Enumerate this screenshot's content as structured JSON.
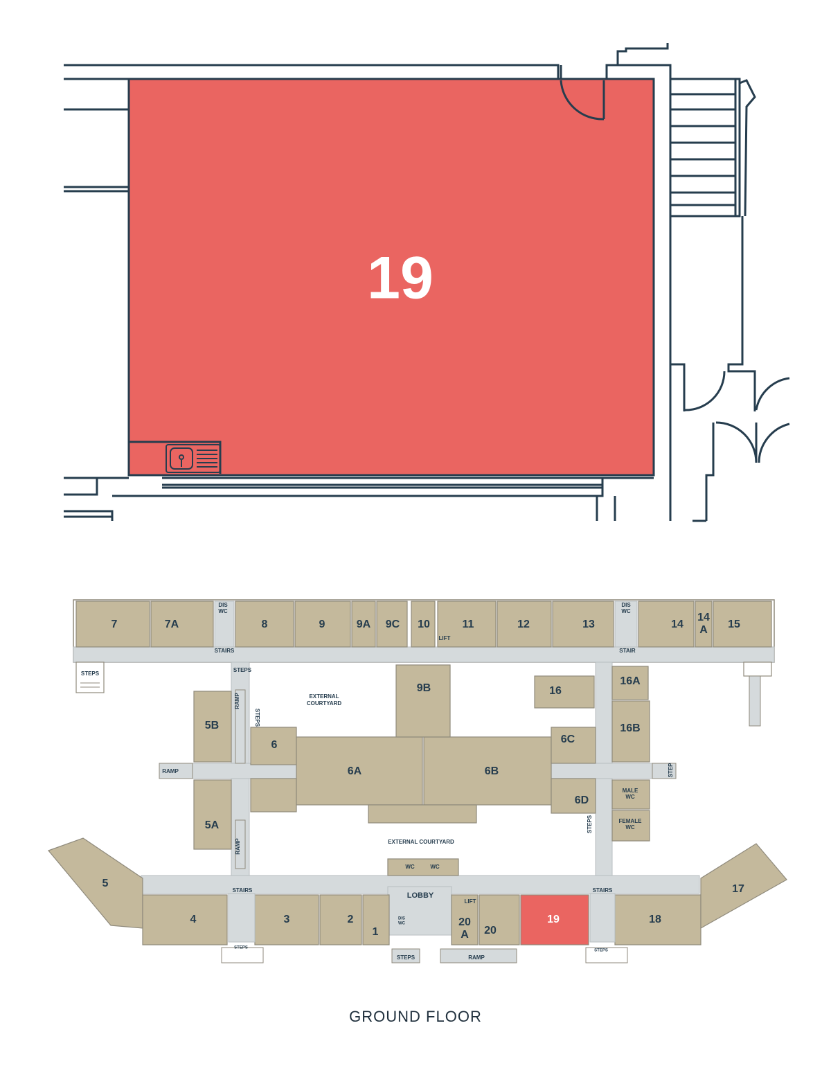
{
  "detail_view": {
    "room_number": "19"
  },
  "floor_plan": {
    "caption": "GROUND FLOOR",
    "highlighted_room": "19",
    "colors": {
      "room": "#c4b99c",
      "highlight": "#ea6561",
      "corridor": "#d5dadc",
      "wall": "#263d4e"
    },
    "rooms": {
      "r7": "7",
      "r7a": "7A",
      "r8": "8",
      "r9": "9",
      "r9a": "9A",
      "r9c": "9C",
      "r10": "10",
      "r11": "11",
      "r12": "12",
      "r13": "13",
      "r14": "14",
      "r14a_top": "14",
      "r14a_bottom": "A",
      "r15": "15",
      "r9b": "9B",
      "r16": "16",
      "r16a": "16A",
      "r16b": "16B",
      "r5b": "5B",
      "r6": "6",
      "r6a": "6A",
      "r6b": "6B",
      "r6c": "6C",
      "r6d": "6D",
      "r5a": "5A",
      "r5": "5",
      "r4": "4",
      "r3": "3",
      "r2": "2",
      "r1": "1",
      "r20a_top": "20",
      "r20a_bottom": "A",
      "r20": "20",
      "r19": "19",
      "r18": "18",
      "r17": "17"
    },
    "labels": {
      "stairs_left": "STAIRS",
      "stair_right": "STAIR",
      "steps_top_left": "STEPS",
      "ramp_left_vertical": "RAMP",
      "ramp_left_horizontal": "RAMP",
      "ramp_lower_vertical": "RAMP",
      "steps_small_1": "STEPS",
      "steps_small_2": "STEPS",
      "steps_small_3": "STEPS",
      "step_right": "STEP",
      "external_courtyard_top_1": "EXTERNAL",
      "external_courtyard_top_2": "COURTYARD",
      "external_courtyard_middle": "EXTERNAL COURTYARD",
      "wc_left": "WC",
      "wc_right": "WC",
      "lobby": "LOBBY",
      "lift_top": "LIFT",
      "lift_bottom": "LIFT",
      "dis_wc_left_1": "DIS",
      "dis_wc_left_2": "WC",
      "dis_wc_right_1": "DIS",
      "dis_wc_right_2": "WC",
      "dis_wc_lobby_1": "DIS",
      "dis_wc_lobby_2": "WC",
      "male_wc_1": "MALE",
      "male_wc_2": "WC",
      "female_wc_1": "FEMALE",
      "female_wc_2": "WC",
      "stairs_bottom_left": "STAIRS",
      "stairs_bottom_right": "STAIRS",
      "steps_bottom_left": "STEPS",
      "steps_bottom_right": "STEPS",
      "steps_lobby": "STEPS",
      "ramp_lobby": "RAMP"
    }
  }
}
